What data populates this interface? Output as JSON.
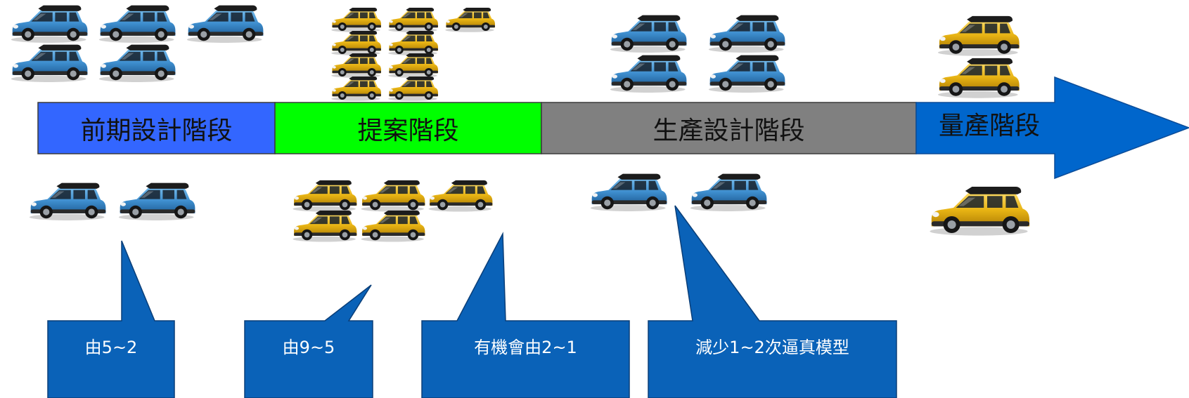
{
  "timeline": {
    "stages": [
      {
        "label": "前期設計階段",
        "color": "#3366ff"
      },
      {
        "label": "提案階段",
        "color": "#00ff00"
      },
      {
        "label": "生產設計階段",
        "color": "#808080"
      }
    ],
    "final_stage": {
      "label": "量產階段",
      "color": "#0066cc"
    }
  },
  "car_groups": [
    {
      "stage": "前期設計階段",
      "position": "above",
      "car_color": "blue",
      "count": 5
    },
    {
      "stage": "提案階段",
      "position": "above",
      "car_color": "yellow",
      "count": 9
    },
    {
      "stage": "生產設計階段",
      "position": "above",
      "car_color": "blue",
      "count": 4
    },
    {
      "stage": "量產階段",
      "position": "above",
      "car_color": "yellow",
      "count": 2
    },
    {
      "stage": "前期設計階段",
      "position": "below",
      "car_color": "blue",
      "count": 2
    },
    {
      "stage": "提案階段",
      "position": "below",
      "car_color": "yellow",
      "count": 5
    },
    {
      "stage": "生產設計階段",
      "position": "below",
      "car_color": "blue",
      "count": 2
    },
    {
      "stage": "量產階段",
      "position": "below",
      "car_color": "yellow",
      "count": 1
    }
  ],
  "callouts": [
    {
      "text": "由5~2"
    },
    {
      "text": "由9~5"
    },
    {
      "text": "有機會由2~1"
    },
    {
      "text": "減少1~2次逼真模型"
    }
  ],
  "colors": {
    "car_blue": "#3f8fcf",
    "car_yellow": "#e8b414",
    "callout_fill": "#0a62b8"
  }
}
